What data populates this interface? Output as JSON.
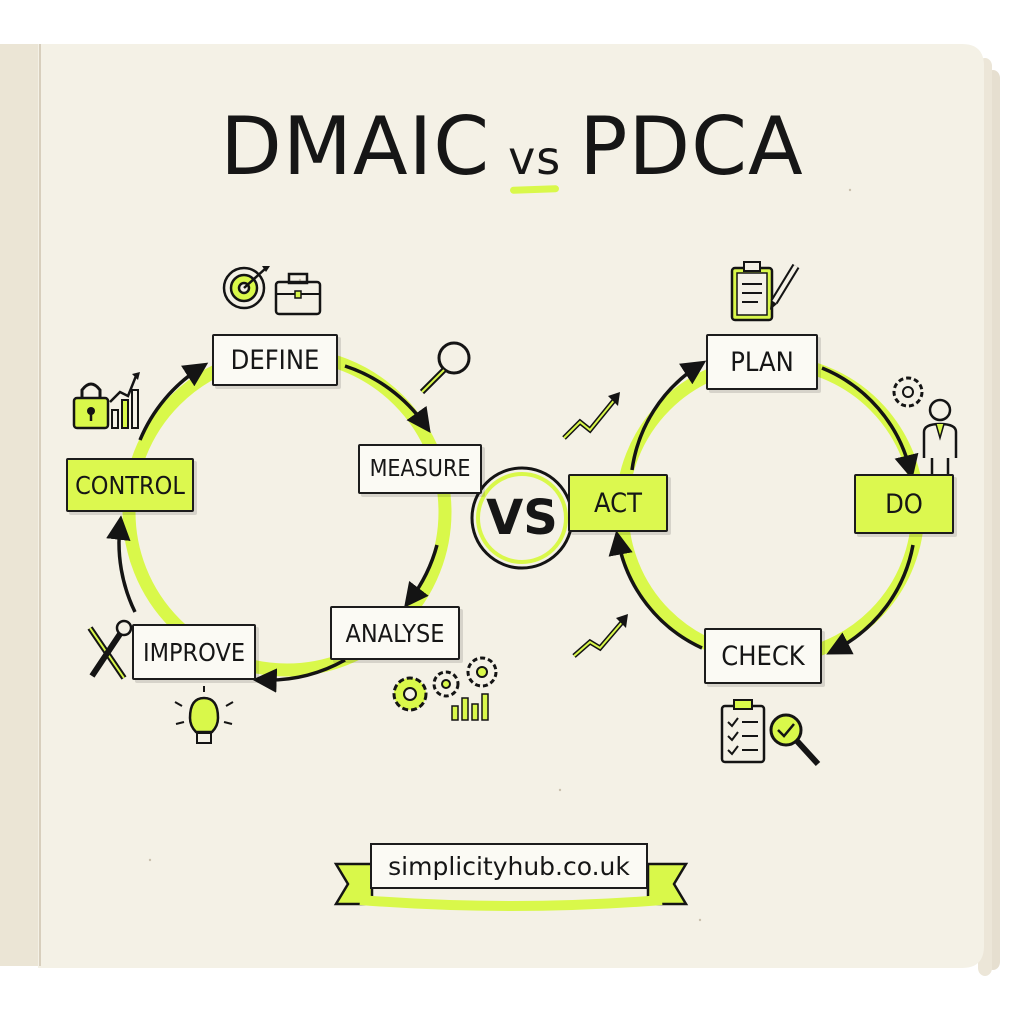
{
  "title": {
    "left": "DMAIC",
    "vs": "vs",
    "right": "PDCA"
  },
  "dmaic": {
    "define": "DEFINE",
    "measure": "MEASURE",
    "analyse": "ANALYSE",
    "improve": "IMPROVE",
    "control": "CONTROL"
  },
  "center_vs": "VS",
  "pdca": {
    "plan": "PLAN",
    "do": "DO",
    "check": "CHECK",
    "act": "ACT"
  },
  "footer": "simplicityhub.co.uk",
  "colors": {
    "accent": "#d9f84a",
    "ink": "#1c1c1c",
    "paper": "#f4f1e6"
  },
  "icons": [
    "target-icon",
    "briefcase-icon",
    "magnifier-icon",
    "padlock-icon",
    "bar-chart-icon",
    "gears-icon",
    "wrench-icon",
    "lightbulb-icon",
    "clipboard-icon",
    "pencil-icon",
    "businessman-icon",
    "trend-arrow-icon",
    "checklist-icon"
  ]
}
